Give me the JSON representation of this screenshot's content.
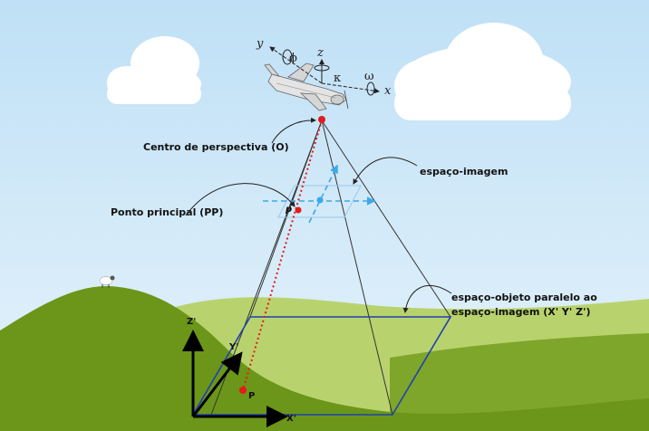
{
  "labels": {
    "centro": "Centro de perspectiva (O)",
    "espaco_imagem": "espaço-imagem",
    "ponto_principal": "Ponto principal (PP)",
    "espaco_objeto_1": "espaço-objeto paralelo ao",
    "espaco_objeto_2": "espaço-imagem (X' Y' Z')",
    "p_small": "p",
    "p_big": "P"
  },
  "aircraft_axes": {
    "y": "y",
    "phi": "ϕ",
    "z": "z",
    "kappa": "κ",
    "omega": "ω",
    "x": "x"
  },
  "object_axes": {
    "z": "Z'",
    "y": "Y'",
    "x": "X'"
  },
  "colors": {
    "sky": "#cfe6f5",
    "hill_dark": "#6f9a1e",
    "hill_light": "#b7d26a",
    "point_red": "#e21b1b",
    "image_plane_blue": "#3aa9e8",
    "object_plane_blue": "#2040b0"
  }
}
